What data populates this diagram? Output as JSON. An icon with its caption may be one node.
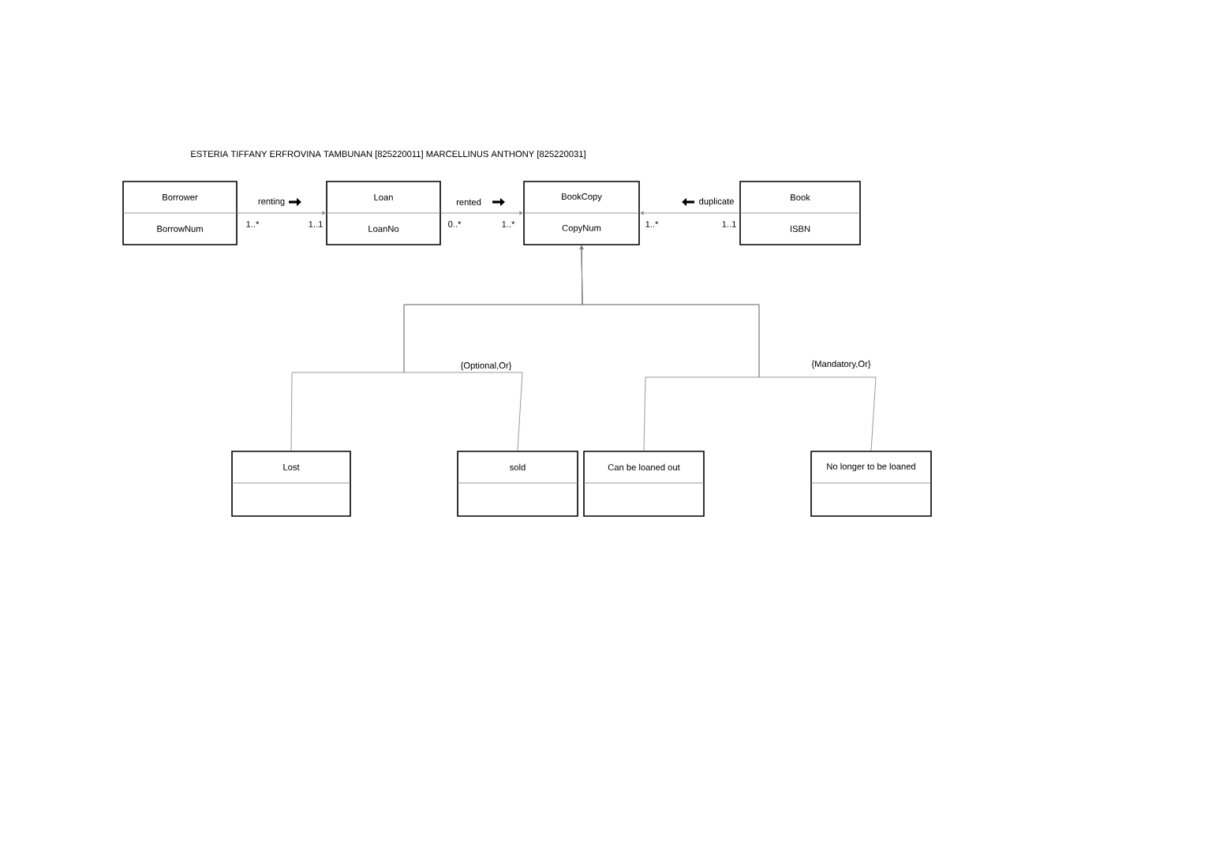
{
  "diagram": {
    "title": "ESTERIA TIFFANY ERFROVINA TAMBUNAN [825220011] MARCELLINUS ANTHONY [825220031]",
    "nodes": [
      {
        "text": [
          "Borrower",
          "BorrowNum"
        ]
      },
      {
        "text": [
          "Loan",
          "LoanNo"
        ]
      },
      {
        "text": [
          "BookCopy",
          "CopyNum"
        ]
      },
      {
        "text": [
          "Book",
          "ISBN"
        ]
      },
      {
        "text": [
          "Lost"
        ]
      },
      {
        "text": [
          "sold"
        ]
      },
      {
        "text": [
          "Can be loaned out"
        ]
      },
      {
        "text": [
          "No longer to be loaned"
        ]
      }
    ],
    "edges": [
      {
        "from": 0,
        "to": 1,
        "arrow": "to",
        "label": "renting"
      },
      {
        "from": 1,
        "to": 2,
        "arrow": "to",
        "label": "rented"
      },
      {
        "from": 3,
        "to": 2,
        "arrow": "to",
        "label": "duplicate"
      },
      {
        "from": 4,
        "to": 2,
        "arrow": "to"
      },
      {
        "from": 5,
        "to": 2,
        "arrow": "to"
      },
      {
        "from": 6,
        "to": 2,
        "arrow": "to"
      },
      {
        "from": 7,
        "to": 2,
        "arrow": "to"
      }
    ],
    "labels": [
      "1..*",
      "1..1",
      "0..*",
      "1..*",
      "1..*",
      "1..1",
      "{Optional,Or}",
      "{Mandatory,Or}"
    ]
  }
}
